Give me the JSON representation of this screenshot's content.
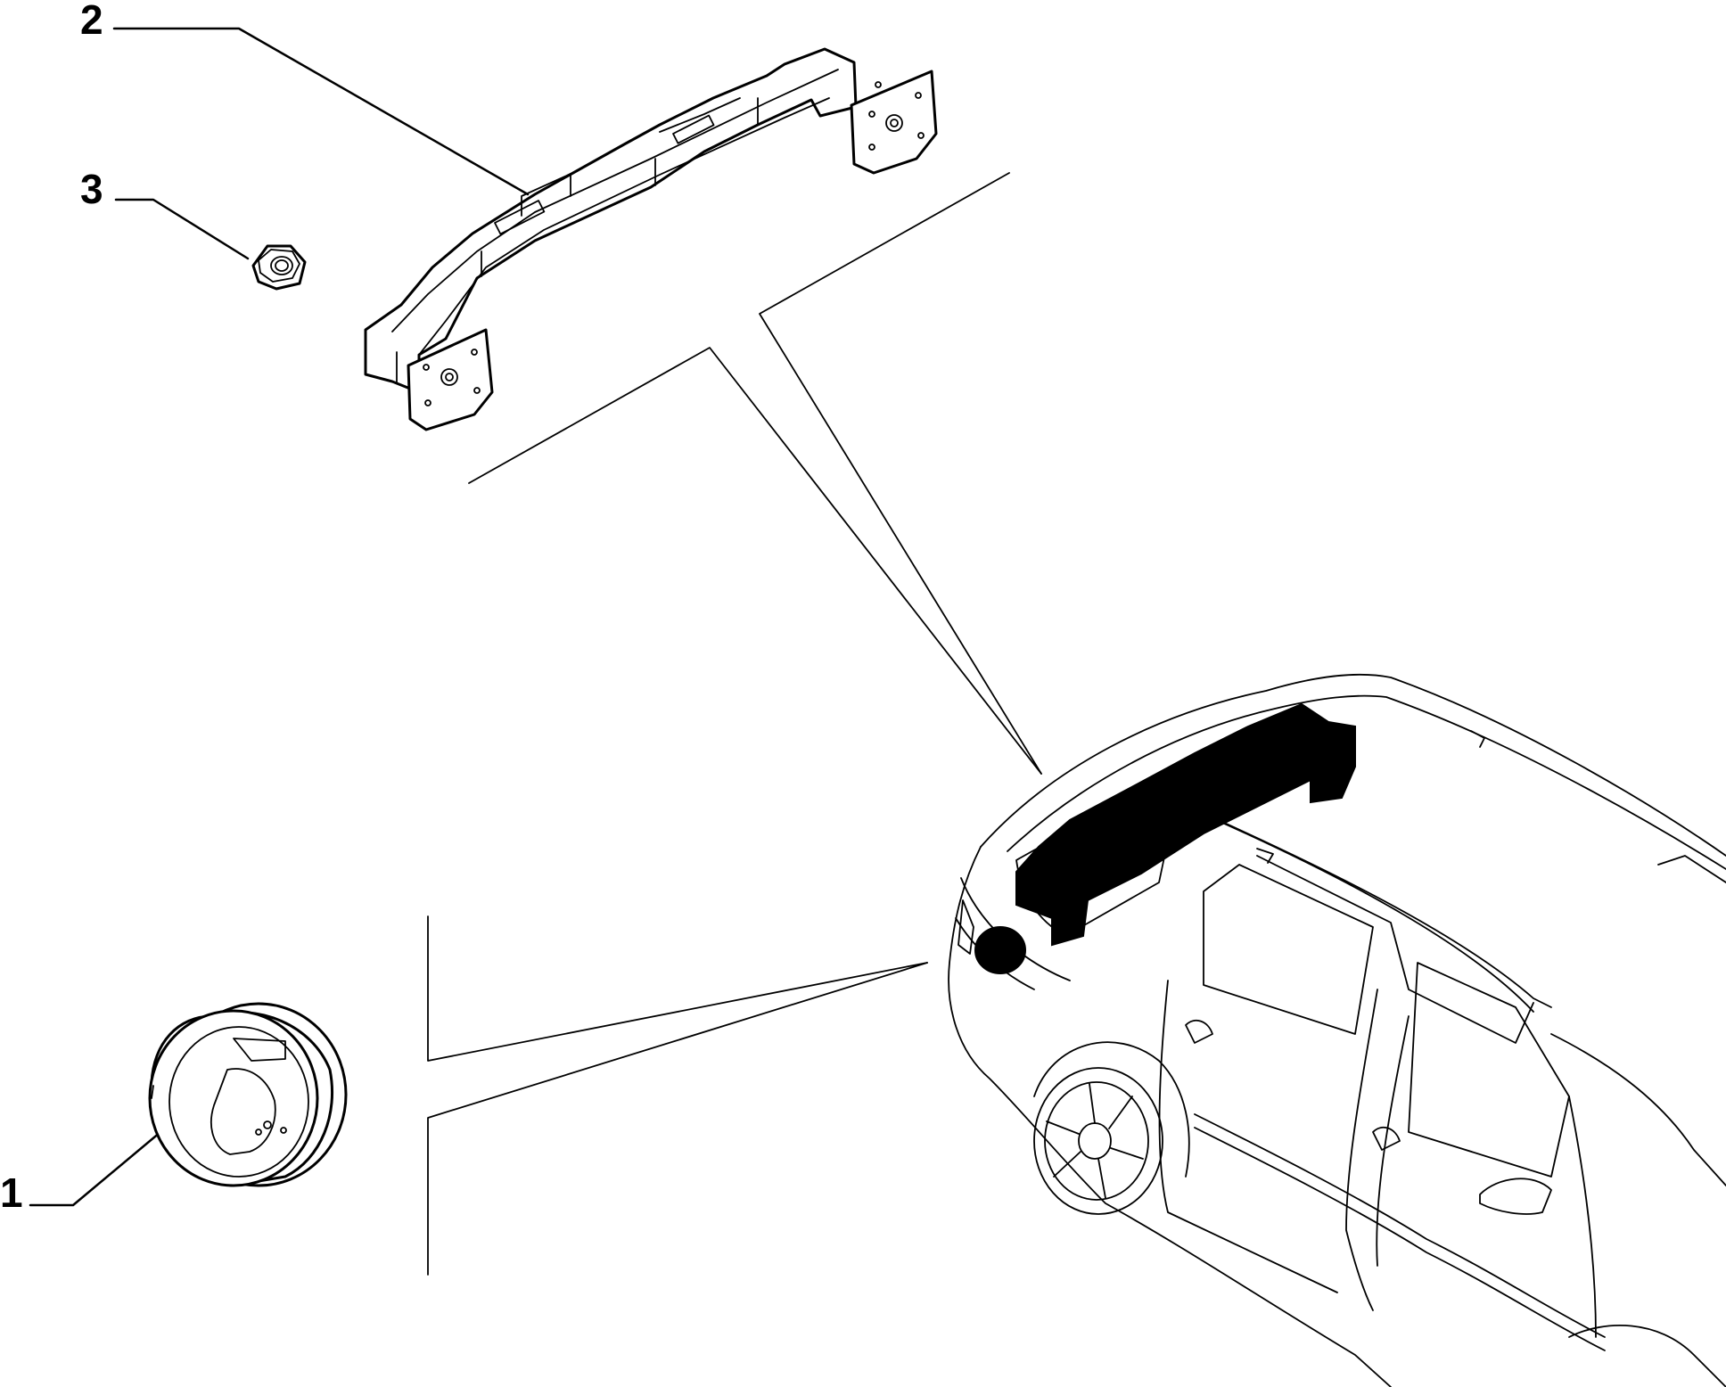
{
  "callouts": [
    {
      "id": "1",
      "label": "1"
    },
    {
      "id": "2",
      "label": "2"
    },
    {
      "id": "3",
      "label": "3"
    }
  ],
  "colors": {
    "line": "#000000",
    "background": "#ffffff",
    "highlight": "#000000"
  },
  "icons": [
    "bumper-reinforcement-beam-icon",
    "hex-nut-icon",
    "reflector-cap-icon",
    "station-wagon-icon"
  ]
}
